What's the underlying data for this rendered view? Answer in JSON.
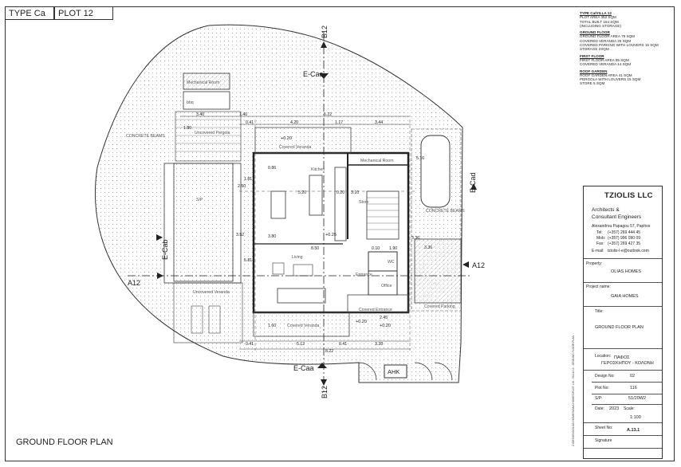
{
  "header": {
    "type_label": "TYPE Ca",
    "plot_label": "PLOT 12"
  },
  "summary": {
    "title": "TYPE Ca/VILLA 12",
    "lines": [
      "PLOT AREA 352 SQM",
      "TOTAL BUILT 164 SQM",
      "(INCLUDING STORAGE)"
    ],
    "sections": [
      {
        "heading": "GROUND FLOOR",
        "lines": [
          "GROUND FLOOR AREA 79 SQM",
          "COVERED VERANDA 25 SQM",
          "COVERED PARKING WITH LOUVERS 15 SQM",
          "STORAGE 2SQM"
        ]
      },
      {
        "heading": "FIRST FLOOR",
        "lines": [
          "FIRST FLOOR AREA 85 SQM",
          "COVERED VERANDA 14 SQM"
        ]
      },
      {
        "heading": "ROOF GARDEN",
        "lines": [
          "ROOF GARDEN AREA 41 SQM",
          "PERGOLA WITH LOUVERS 15 SQM",
          "STORE 5 SQM"
        ]
      }
    ]
  },
  "titleblock": {
    "firm": "TZIOLIS LLC",
    "subtitle1": "Architects &",
    "subtitle2": "Consultant Engineers",
    "address": "Alexandrou Papagou 57, Paphos",
    "contacts": [
      {
        "k": "Tel:",
        "v": "(+357) 269 444 45"
      },
      {
        "k": "Mob:",
        "v": "(+357) 996 090 09"
      },
      {
        "k": "Fax:",
        "v": "(+357) 269 427 35"
      },
      {
        "k": "E-mail:",
        "v": "tziolis-l-e@outlook.com"
      }
    ],
    "property_label": "Property:",
    "property_value": "OLIAS HOMES",
    "project_label": "Project name:",
    "project_value": "GAIA HOMES",
    "title_label": "Title:",
    "title_value": "GROUND FLOOR PLAN",
    "location_label": "Location:",
    "location_line1": "ΠΑΦΟΣ",
    "location_line2": "ΓΕΡΟΣΚΗΠΟΥ - ΚΟΛΟΝΗ",
    "design_label": "Design No:",
    "design_value": "02",
    "plot_label": "Plot No:",
    "plot_value": "116",
    "sp_label": "S/P:",
    "sp_value": "51/20W2",
    "date_label": "Date:",
    "date_value": "2023",
    "scale_label": "Scale:",
    "scale_value": "1:100",
    "sheet_label": "Sheet No:",
    "sheet_value": "A.13.1",
    "signature_label": "Signature"
  },
  "plan": {
    "sections": [
      "B12",
      "B12",
      "A12",
      "A12"
    ],
    "elevations": [
      "E-Cac",
      "E-Cad",
      "E-Cab",
      "E-Caa"
    ],
    "rooms": [
      "Mechanical Room",
      "bbq",
      "Uncovered Pergola",
      "S/P",
      "Uncovered Veranda",
      "Covered Veranda",
      "Kitchen",
      "Mechanical Room",
      "Store",
      "Living",
      "Entrance",
      "Covered Entrance",
      "Covered Veranda",
      "Covered Parking",
      "AHK",
      "CONCRETE BEAMS",
      "CONCRETE BEAMS",
      "WC",
      "Office"
    ],
    "levels": [
      "+0.20",
      "+0.25",
      "+0.20",
      "+0.20"
    ],
    "dims_top": [
      "3.40",
      "1.40",
      "0.41",
      "4.20",
      "1.17",
      "3.44",
      "5.22"
    ],
    "dims_bottom": [
      "0.41",
      "5.12",
      "0.41",
      "3.28",
      "8.22"
    ],
    "dims_inner": [
      "2.50",
      "5.20",
      "0.20",
      "3.10",
      "3.36",
      "8.50",
      "1.80",
      "0.86",
      "3.80",
      "5.81",
      "3.52",
      "1.90",
      "0.10",
      "3.36",
      "2.45",
      "1.81",
      "5.16",
      "1.60"
    ]
  },
  "bottom_title": "GROUND FLOOR PLAN",
  "side_note": "Z:\\DESIGNS\\OLIAS HOMES\\GAIA HOMES\\PLOT 116 - VILLA 12 - GROUND FLOOR PLAN"
}
